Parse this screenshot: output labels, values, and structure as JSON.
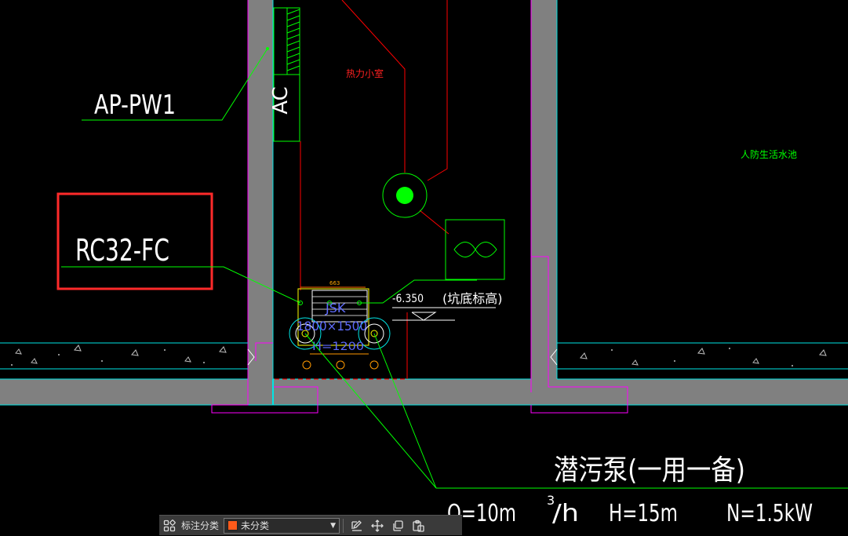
{
  "drawing": {
    "labels": {
      "ap_pw1": "AP-PW1",
      "ac": "AC",
      "heat_room": "热力小室",
      "civil_water_tank": "人防生活水池",
      "rc32_fc": "RC32-FC",
      "dim_663": "663",
      "jsk": "JSK",
      "pit_size": "1800×1500",
      "pit_depth": "H=1200",
      "elevation": "-6.350",
      "pit_bottom": "(坑底标高)",
      "pump_title": "潜污泵(一用一备)",
      "pump_q": "Q=10m",
      "pump_q_sup": "3",
      "pump_q_unit": "/h",
      "pump_h": "H=15m",
      "pump_n": "N=1.5kW"
    },
    "colors": {
      "background": "#000000",
      "wall_fill": "#808080",
      "green_leader": "#00ff00",
      "red_line": "#ff0000",
      "magenta": "#ff00ff",
      "cyan": "#00ffff",
      "blue_text": "#5f6cff",
      "yellow": "#ffff00",
      "highlight_box": "#ff2a2a"
    }
  },
  "toolbar": {
    "grid_icon": "grid-icon",
    "category_label": "标注分类",
    "category_value": "未分类",
    "category_color": "#ff5a1a",
    "tools": [
      "edit-icon",
      "move-icon",
      "copy-icon",
      "paste-icon"
    ]
  }
}
